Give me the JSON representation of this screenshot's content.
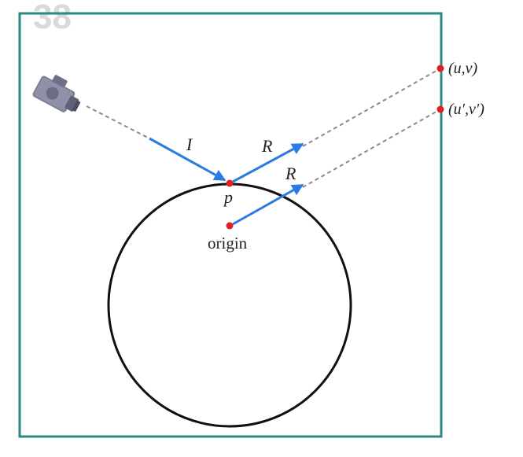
{
  "slide_number": "38",
  "labels": {
    "incident": "I",
    "reflect_top": "R",
    "reflect_bottom": "R",
    "point": "p",
    "origin": "origin",
    "uv": "(u,v)",
    "uv_prime": "(u′,v′)"
  },
  "colors": {
    "frame": "#2b8a85",
    "arrow": "#2b7be4",
    "point": "#e02020",
    "circle": "#111111",
    "dashed": "#8a8a8a"
  },
  "icons": {
    "camera": "camera-icon"
  }
}
